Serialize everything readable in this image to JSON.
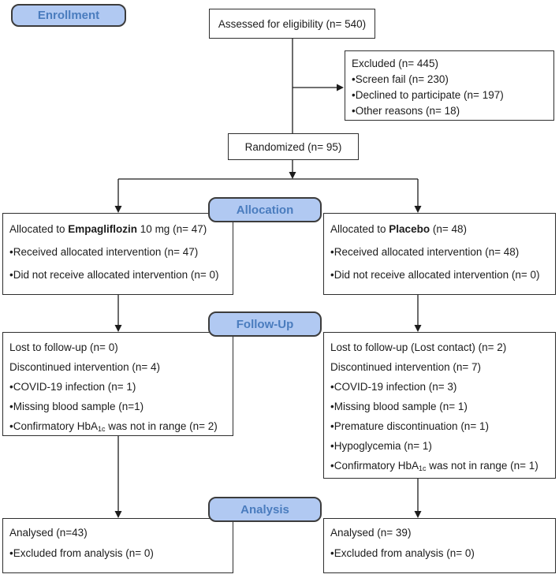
{
  "colors": {
    "badge_fill": "#b1c9f2",
    "badge_border": "#3c3c3c",
    "badge_text": "#4a7cbe",
    "box_border": "#2e2e2e",
    "line_color": "#1c1c1c"
  },
  "badges": {
    "enrollment": "Enrollment",
    "allocation": "Allocation",
    "followup": "Follow-Up",
    "analysis": "Analysis"
  },
  "boxes": {
    "assessed": {
      "lines": [
        "Assessed for eligibility (n= 540)"
      ]
    },
    "excluded": {
      "lines": [
        "Excluded (n= 445)",
        "•Screen fail (n= 230)",
        "•Declined to participate (n= 197)",
        "•Other reasons (n= 18)"
      ]
    },
    "randomized": {
      "lines": [
        "Randomized (n= 95)"
      ]
    },
    "alloc_left": {
      "lines": [
        [
          {
            "t": "Allocated to "
          },
          {
            "t": "Empagliflozin",
            "b": true
          },
          {
            "t": " 10 mg (n= 47)"
          }
        ],
        "•Received allocated intervention (n= 47)",
        "•Did not receive allocated intervention (n= 0)"
      ]
    },
    "alloc_right": {
      "lines": [
        [
          {
            "t": "Allocated to "
          },
          {
            "t": "Placebo",
            "b": true
          },
          {
            "t": " (n= 48)"
          }
        ],
        "•Received allocated intervention (n= 48)",
        "•Did not receive allocated intervention (n= 0)"
      ]
    },
    "followup_left": {
      "lines": [
        "Lost to follow-up (n= 0)",
        "Discontinued intervention (n= 4)",
        "•COVID-19 infection (n= 1)",
        "•Missing blood sample (n=1)",
        [
          {
            "t": "•Confirmatory HbA"
          },
          {
            "t": "1c",
            "s": true
          },
          {
            "t": " was not in range (n= 2)"
          }
        ]
      ]
    },
    "followup_right": {
      "lines": [
        "Lost to follow-up (Lost contact) (n= 2)",
        "Discontinued intervention (n= 7)",
        "•COVID-19 infection (n= 3)",
        "•Missing blood sample (n= 1)",
        "•Premature discontinuation (n= 1)",
        "•Hypoglycemia (n= 1)",
        [
          {
            "t": "•Confirmatory HbA"
          },
          {
            "t": "1c",
            "s": true
          },
          {
            "t": " was not in range (n= 1)"
          }
        ]
      ]
    },
    "analysis_left": {
      "lines": [
        "Analysed (n=43)",
        "•Excluded from analysis (n= 0)"
      ]
    },
    "analysis_right": {
      "lines": [
        "Analysed (n= 39)",
        "•Excluded from analysis (n= 0)"
      ]
    }
  }
}
